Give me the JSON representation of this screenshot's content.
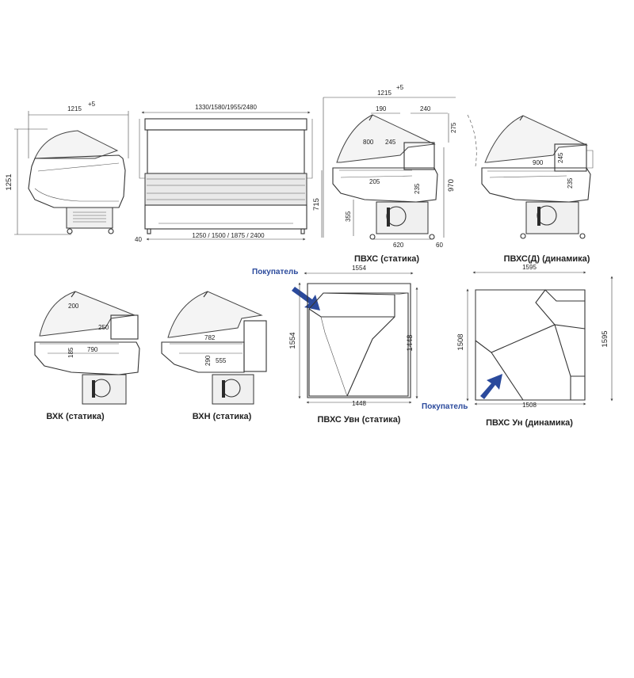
{
  "colors": {
    "line": "#333333",
    "buyer_arrow": "#2b4a9c",
    "background": "#ffffff"
  },
  "buyer_label": "Покупатель",
  "side_view_1": {
    "width_a": "1215",
    "width_sup": "+5",
    "height": "1251"
  },
  "front_view": {
    "top_lengths": "1330/1580/1955/2480",
    "bottom_lengths": "1250 / 1500 / 1875 / 2400",
    "offset": "40"
  },
  "pvhs_static": {
    "caption": "ПВХС (статика)",
    "width_a": "1215",
    "width_sup": "+5",
    "d190": "190",
    "d240": "240",
    "d275": "275",
    "d800": "800",
    "d245": "245",
    "d205": "205",
    "d235": "235",
    "d715": "715",
    "d970": "970",
    "d355": "355",
    "d620": "620",
    "d60": "60"
  },
  "pvhs_dynamic": {
    "caption": "ПВХС(Д) (динамика)",
    "d900": "900",
    "d245": "245",
    "d235": "235"
  },
  "vhk": {
    "caption": "ВХК (статика)",
    "d200": "200",
    "d250": "250",
    "d185": "185",
    "d790": "790"
  },
  "vhn": {
    "caption": "ВХН (статика)",
    "d782": "782",
    "d290": "290",
    "d555": "555"
  },
  "corner_inner": {
    "caption": "ПВХС Увн (статика)",
    "top": "1554",
    "left": "1554",
    "right": "1448",
    "bottom": "1448"
  },
  "corner_outer": {
    "caption": "ПВХС Ун (динамика)",
    "top": "1595",
    "left": "1508",
    "right": "1595",
    "bottom": "1508"
  }
}
